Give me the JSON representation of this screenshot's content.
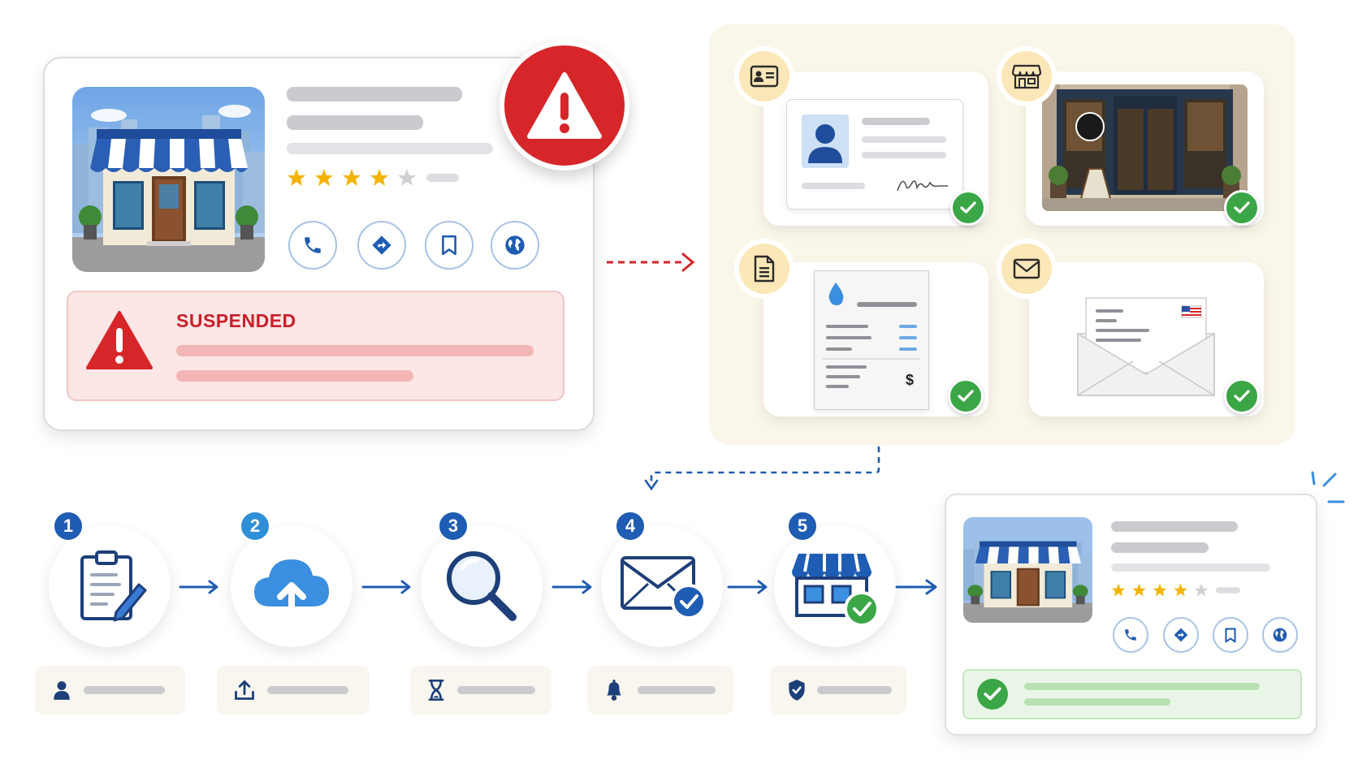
{
  "suspended_card": {
    "banner_label": "SUSPENDED",
    "rating_stars": 4,
    "rating_max": 5
  },
  "steps": [
    {
      "number": "1"
    },
    {
      "number": "2"
    },
    {
      "number": "3"
    },
    {
      "number": "4"
    },
    {
      "number": "5"
    }
  ],
  "restored_card": {
    "rating_stars": 4,
    "rating_max": 5
  },
  "colors": {
    "alert_red": "#d7262a",
    "step_blue": "#1f5cb3",
    "success_green": "#3aa646",
    "doc_panel_bg": "#fbf6ea",
    "badge_yellow": "#fbe7b7"
  }
}
